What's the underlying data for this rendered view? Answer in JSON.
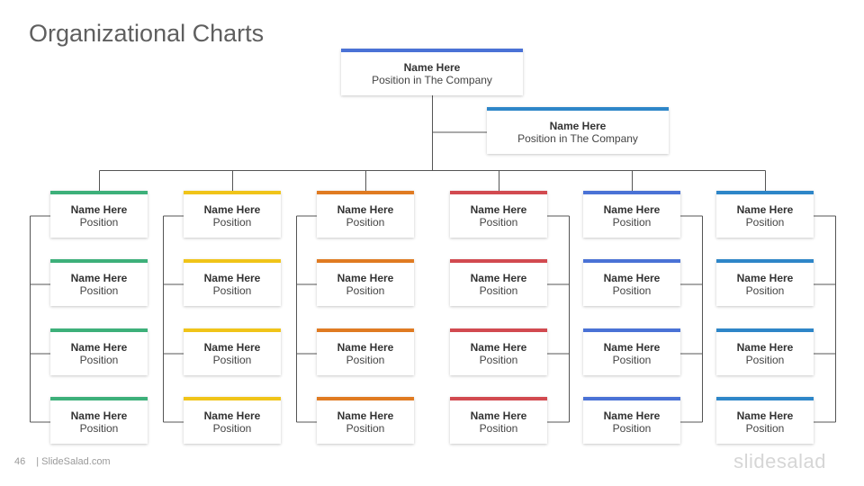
{
  "title": "Organizational Charts",
  "footer": {
    "page_number": "46",
    "site": "| SlideSalad.com"
  },
  "brand_logo": "slidesalad",
  "colors": {
    "connector": "#555555",
    "top": "#4a72d6",
    "assistant": "#2e86c8",
    "green": "#3db07a",
    "yellow": "#f0c419",
    "orange": "#e07b22",
    "red": "#d24a50",
    "blue": "#4a72d6",
    "lightblue": "#2e86c8"
  },
  "top": {
    "name": "Name Here",
    "position": "Position in The Company",
    "color": "#4a72d6"
  },
  "assistant": {
    "name": "Name Here",
    "position": "Position in The Company",
    "color": "#2e86c8"
  },
  "columns": [
    {
      "color": "#3db07a",
      "members": [
        {
          "name": "Name Here",
          "position": "Position"
        },
        {
          "name": "Name Here",
          "position": "Position"
        },
        {
          "name": "Name Here",
          "position": "Position"
        },
        {
          "name": "Name Here",
          "position": "Position"
        }
      ]
    },
    {
      "color": "#f0c419",
      "members": [
        {
          "name": "Name Here",
          "position": "Position"
        },
        {
          "name": "Name Here",
          "position": "Position"
        },
        {
          "name": "Name Here",
          "position": "Position"
        },
        {
          "name": "Name Here",
          "position": "Position"
        }
      ]
    },
    {
      "color": "#e07b22",
      "members": [
        {
          "name": "Name Here",
          "position": "Position"
        },
        {
          "name": "Name Here",
          "position": "Position"
        },
        {
          "name": "Name Here",
          "position": "Position"
        },
        {
          "name": "Name Here",
          "position": "Position"
        }
      ]
    },
    {
      "color": "#d24a50",
      "members": [
        {
          "name": "Name Here",
          "position": "Position"
        },
        {
          "name": "Name Here",
          "position": "Position"
        },
        {
          "name": "Name Here",
          "position": "Position"
        },
        {
          "name": "Name Here",
          "position": "Position"
        }
      ]
    },
    {
      "color": "#4a72d6",
      "members": [
        {
          "name": "Name Here",
          "position": "Position"
        },
        {
          "name": "Name Here",
          "position": "Position"
        },
        {
          "name": "Name Here",
          "position": "Position"
        },
        {
          "name": "Name Here",
          "position": "Position"
        }
      ]
    },
    {
      "color": "#2e86c8",
      "members": [
        {
          "name": "Name Here",
          "position": "Position"
        },
        {
          "name": "Name Here",
          "position": "Position"
        },
        {
          "name": "Name Here",
          "position": "Position"
        },
        {
          "name": "Name Here",
          "position": "Position"
        }
      ]
    }
  ]
}
